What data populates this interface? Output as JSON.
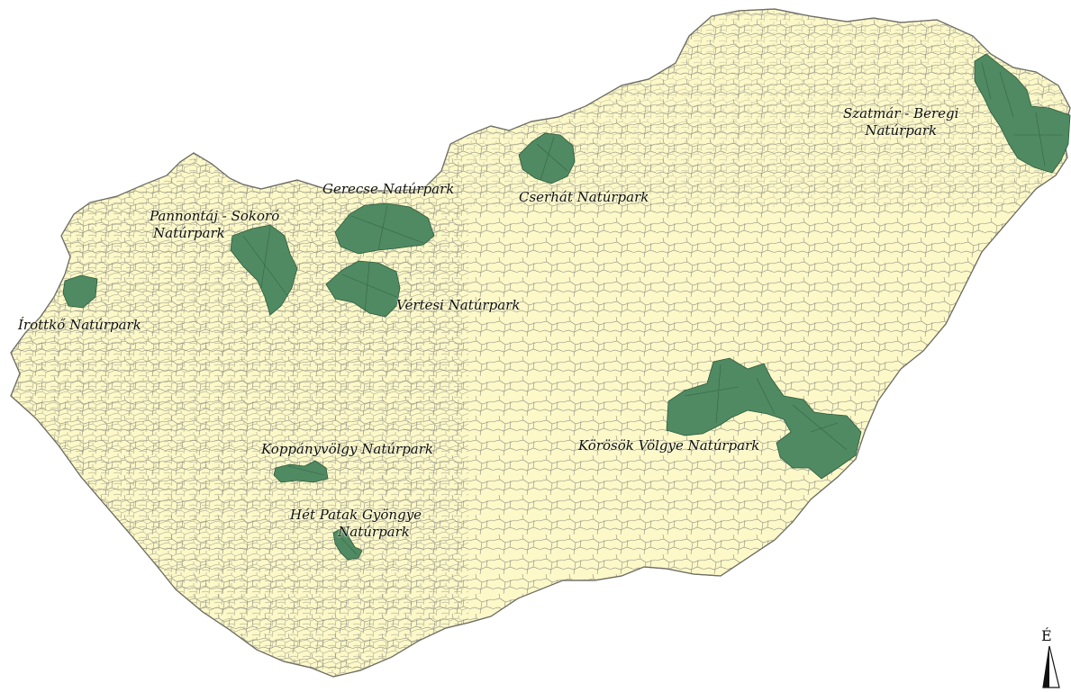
{
  "map": {
    "colors": {
      "land": "#fcf8c8",
      "border": "#8c8c80",
      "park": "#4f8a62",
      "park_border": "#2e5a3d"
    },
    "north_label": "É",
    "parks": [
      {
        "id": "szatmar",
        "lines": [
          "Szatmár - Beregi",
          "Natúrpark"
        ]
      },
      {
        "id": "cserhat",
        "lines": [
          "Cserhát Natúrpark"
        ]
      },
      {
        "id": "gerecse",
        "lines": [
          "Gerecse Natúrpark"
        ]
      },
      {
        "id": "pannontaj",
        "lines": [
          "Pannontáj - Sokoró",
          "Natúrpark"
        ]
      },
      {
        "id": "irottko",
        "lines": [
          "Írottkő Natúrpark"
        ]
      },
      {
        "id": "vertesi",
        "lines": [
          "Vértesi Natúrpark"
        ]
      },
      {
        "id": "korosok",
        "lines": [
          "Körösök Völgye Natúrpark"
        ]
      },
      {
        "id": "koppany",
        "lines": [
          "Koppányvölgy Natúrpark"
        ]
      },
      {
        "id": "hetpatak",
        "lines": [
          "Hét Patak Gyöngye",
          "Natúrpark"
        ]
      }
    ]
  }
}
